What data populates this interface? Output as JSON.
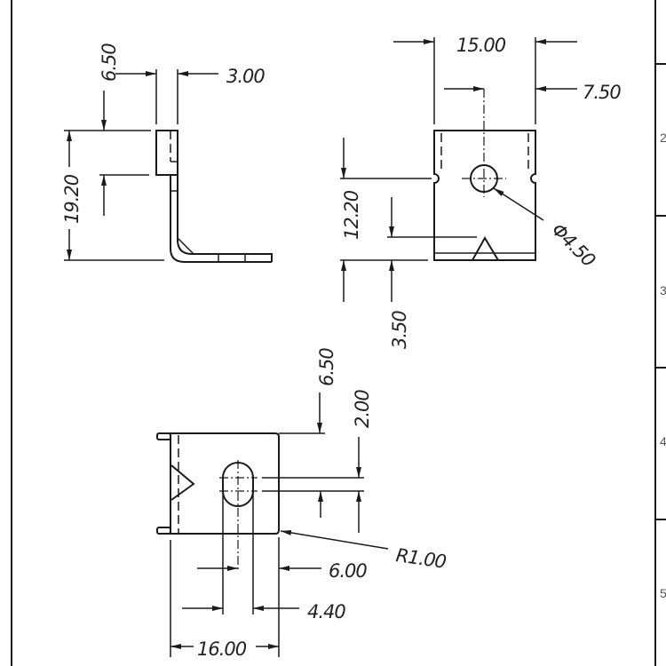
{
  "frame": {
    "zone_labels": [
      "2",
      "3",
      "4",
      "5"
    ]
  },
  "side_view": {
    "dim_tab_offset": "6.50",
    "dim_thickness": "3.00",
    "dim_height": "19.20"
  },
  "front_view": {
    "dim_width": "15.00",
    "dim_hole_center": "7.50",
    "dim_hole_height": "12.20",
    "dim_mark_height": "3.50",
    "dim_hole_diameter": "Φ4.50"
  },
  "bottom_view": {
    "dim_top_offset": "6.50",
    "dim_slot": "2.00",
    "dim_radius": "R1.00",
    "dim_slot_center": "6.00",
    "dim_slot_width": "4.40",
    "dim_width": "16.00"
  }
}
